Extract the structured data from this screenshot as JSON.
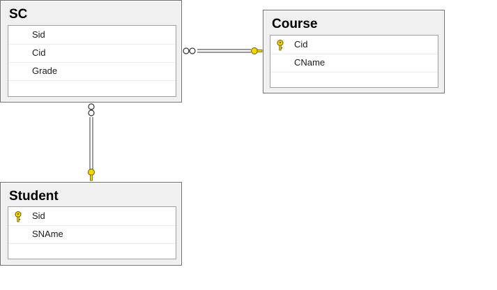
{
  "tables": {
    "sc": {
      "title": "SC",
      "columns": [
        {
          "name": "Sid"
        },
        {
          "name": "Cid"
        },
        {
          "name": "Grade"
        }
      ]
    },
    "course": {
      "title": "Course",
      "columns": [
        {
          "name": "Cid",
          "primary_key": true
        },
        {
          "name": "CName"
        }
      ]
    },
    "student": {
      "title": "Student",
      "columns": [
        {
          "name": "Sid",
          "primary_key": true
        },
        {
          "name": "SNAme"
        }
      ]
    }
  },
  "colors": {
    "key_yellow": "#f2d600",
    "key_outline": "#6b5a00",
    "line": "#5a5a5a"
  }
}
